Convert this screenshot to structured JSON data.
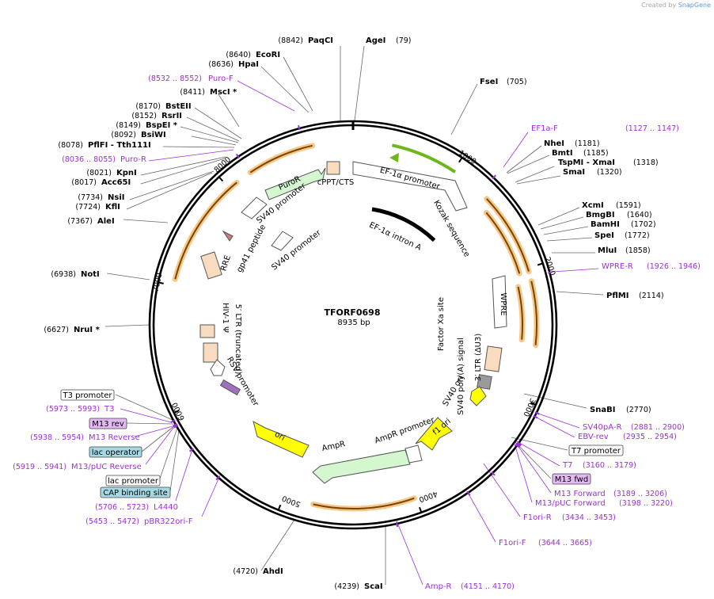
{
  "watermark": {
    "prefix": "Created by",
    "brand": "SnapGene"
  },
  "plasmid": {
    "name": "TFORF0698",
    "length": "8935 bp"
  },
  "scale_ticks": [
    "1000",
    "2000",
    "3000",
    "4000",
    "5000",
    "6000",
    "7000",
    "8000"
  ],
  "enzymes": [
    {
      "name": "PaqCI",
      "pos": "(8842)"
    },
    {
      "name": "AgeI",
      "pos": "(79)"
    },
    {
      "name": "EcoRI",
      "pos": "(8640)"
    },
    {
      "name": "HpaI",
      "pos": "(8636)"
    },
    {
      "name": "FseI",
      "pos": "(705)"
    },
    {
      "name": "MscI *",
      "pos": "(8411)"
    },
    {
      "name": "BstEII",
      "pos": "(8170)"
    },
    {
      "name": "RsrII",
      "pos": "(8152)"
    },
    {
      "name": "BspEI *",
      "pos": "(8149)"
    },
    {
      "name": "BsiWI",
      "pos": "(8092)"
    },
    {
      "name": "PflFI - Tth111I",
      "pos": "(8078)"
    },
    {
      "name": "KpnI",
      "pos": "(8021)"
    },
    {
      "name": "Acc65I",
      "pos": "(8017)"
    },
    {
      "name": "NsiI",
      "pos": "(7734)"
    },
    {
      "name": "KflI",
      "pos": "(7724)"
    },
    {
      "name": "AleI",
      "pos": "(7367)"
    },
    {
      "name": "NotI",
      "pos": "(6938)"
    },
    {
      "name": "NruI *",
      "pos": "(6627)"
    },
    {
      "name": "NheI",
      "pos": "(1181)"
    },
    {
      "name": "BmtI",
      "pos": "(1185)"
    },
    {
      "name": "TspMI - XmaI",
      "pos": "(1318)"
    },
    {
      "name": "SmaI",
      "pos": "(1320)"
    },
    {
      "name": "XcmI",
      "pos": "(1591)"
    },
    {
      "name": "BmgBI",
      "pos": "(1640)"
    },
    {
      "name": "BamHI",
      "pos": "(1702)"
    },
    {
      "name": "SpeI",
      "pos": "(1772)"
    },
    {
      "name": "MluI",
      "pos": "(1858)"
    },
    {
      "name": "PflMI",
      "pos": "(2114)"
    },
    {
      "name": "SnaBI",
      "pos": "(2770)"
    },
    {
      "name": "AhdI",
      "pos": "(4720)"
    },
    {
      "name": "ScaI",
      "pos": "(4239)"
    }
  ],
  "primers": [
    {
      "name": "Puro-F",
      "pos": "(8532 .. 8552)"
    },
    {
      "name": "Puro-R",
      "pos": "(8036 .. 8055)"
    },
    {
      "name": "EF1a-F",
      "pos": "(1127 .. 1147)"
    },
    {
      "name": "WPRE-R",
      "pos": "(1926 .. 1946)"
    },
    {
      "name": "SV40pA-R",
      "pos": "(2881 .. 2900)"
    },
    {
      "name": "EBV-rev",
      "pos": "(2935 .. 2954)"
    },
    {
      "name": "T7",
      "pos": "(3160 .. 3179)"
    },
    {
      "name": "M13 Forward",
      "pos": "(3189 .. 3206)"
    },
    {
      "name": "M13/pUC Forward",
      "pos": "(3198 .. 3220)"
    },
    {
      "name": "F1ori-R",
      "pos": "(3434 .. 3453)"
    },
    {
      "name": "F1ori-F",
      "pos": "(3644 .. 3665)"
    },
    {
      "name": "Amp-R",
      "pos": "(4151 .. 4170)"
    },
    {
      "name": "pBR322ori-F",
      "pos": "(5453 .. 5472)"
    },
    {
      "name": "L4440",
      "pos": "(5706 .. 5723)"
    },
    {
      "name": "M13/pUC Reverse",
      "pos": "(5919 .. 5941)"
    },
    {
      "name": "M13 Reverse",
      "pos": "(5938 .. 5954)"
    },
    {
      "name": "T3",
      "pos": "(5973 .. 5993)"
    }
  ],
  "boxed_labels": [
    {
      "name": "T3 promoter",
      "style": "white"
    },
    {
      "name": "M13 rev",
      "style": "purple"
    },
    {
      "name": "lac operator",
      "style": "teal"
    },
    {
      "name": "lac promoter",
      "style": "white"
    },
    {
      "name": "CAP binding site",
      "style": "teal"
    },
    {
      "name": "T7 promoter",
      "style": "white"
    },
    {
      "name": "M13 fwd",
      "style": "purple"
    }
  ],
  "features": [
    "EF-1α promoter",
    "Kozak sequence",
    "EF-1α intron A",
    "cPPT/CTS",
    "PuroR",
    "SV40 promoter",
    "SV40 promoter",
    "gp41 peptide",
    "RRE",
    "WPRE",
    "Factor Xa site",
    "3′ LTR (ΔU3)",
    "SV40 poly(A) signal",
    "SV40 ori",
    "f1 ori",
    "AmpR promoter",
    "AmpR",
    "ori",
    "RSV promoter",
    "5′ LTR (truncated)",
    "HIV-1 Ψ"
  ],
  "colors": {
    "primer": "#9b30d9",
    "orf_outline": "#f5c88a",
    "promoter_fill": "#d4f7d0",
    "ori_fill": "#ffff00",
    "ltr_fill": "#f9dcc0",
    "ef1a": "#6cb81a",
    "teal_box": "#a6d9e4",
    "purple_box": "#e3b8f3"
  }
}
